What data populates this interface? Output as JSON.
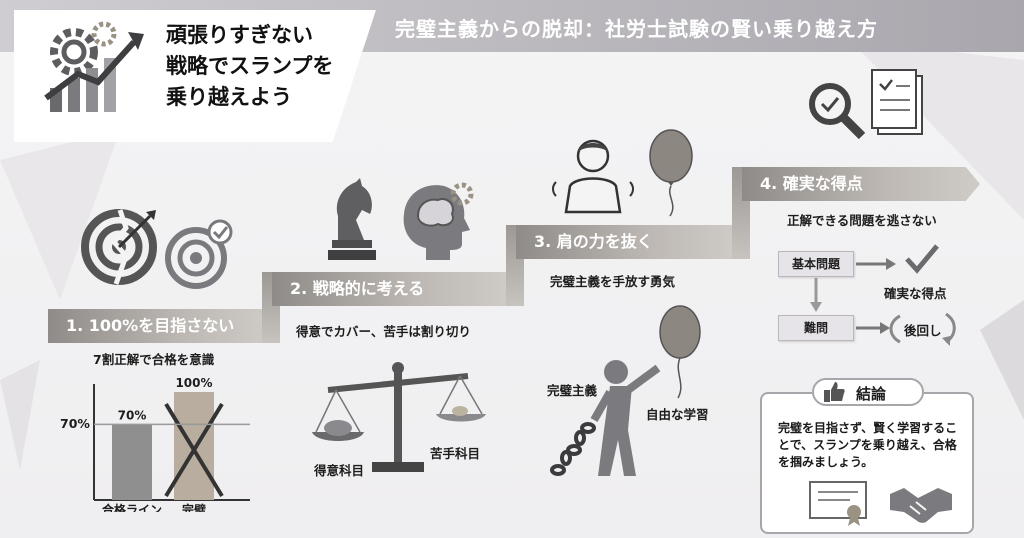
{
  "header": {
    "title": "完璧主義からの脱却：社労士試験の賢い乗り越え方"
  },
  "main_title": "頑張りすぎない\n戦略でスランプを\n乗り越えよう",
  "steps": [
    {
      "label": "1. 100%を目指さない",
      "caption": "7割正解で合格を意識"
    },
    {
      "label": "2. 戦略的に考える",
      "caption": "得意でカバー、苦手は割り切り"
    },
    {
      "label": "3. 肩の力を抜く",
      "caption": "完璧主義を手放す勇気"
    },
    {
      "label": "4. 確実な得点",
      "caption": "正解できる問題を逃さない"
    }
  ],
  "chart_data": {
    "type": "bar",
    "categories": [
      "合格ライン",
      "完璧"
    ],
    "values": [
      70,
      100
    ],
    "value_labels": [
      "70%",
      "100%"
    ],
    "reference_line": {
      "value": 70,
      "label": "70%"
    },
    "ylim": [
      0,
      110
    ],
    "colors": [
      "#8f8f8f",
      "#b9ad9f"
    ],
    "crossed_out": [
      "完璧"
    ]
  },
  "scale": {
    "left_label": "得意科目",
    "right_label": "苦手科目"
  },
  "figure": {
    "chain_label": "完璧主義",
    "balloon_label": "自由な学習"
  },
  "flow": {
    "basic": "基本問題",
    "hard": "難問",
    "sure": "確実な得点",
    "later": "後回し"
  },
  "conclusion": {
    "title": "結論",
    "text": "完璧を目指さず、賢く学習することで、スランプを乗り越え、合格を掴みましょう。"
  },
  "colors": {
    "accent_gray": "#8f8b88",
    "header": "#b3b1b6",
    "balloon": "#8c8780"
  }
}
